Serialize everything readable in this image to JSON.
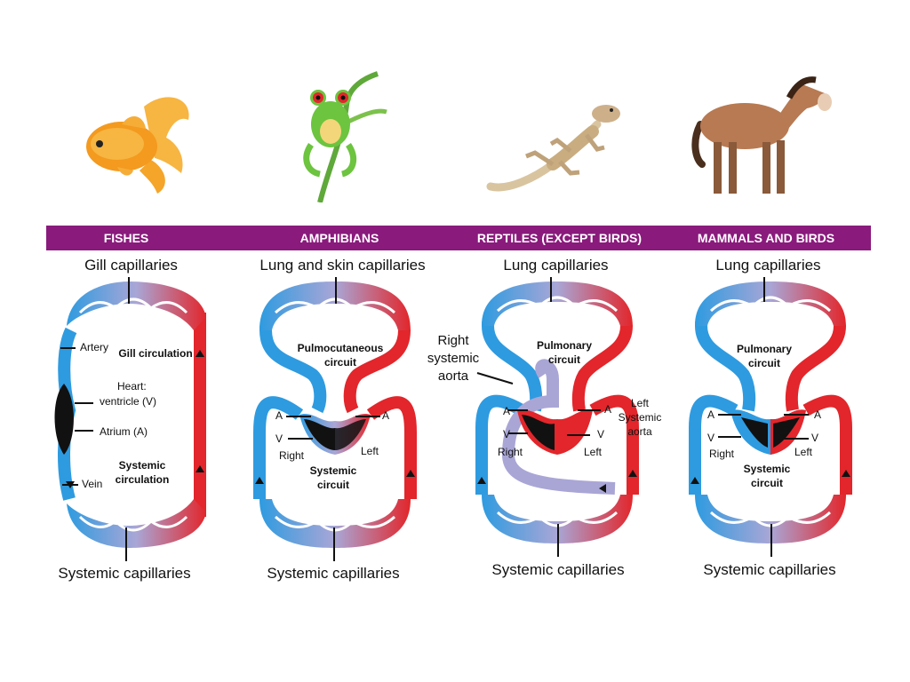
{
  "header": {
    "fishes": "FISHES",
    "amphibians": "AMPHIBIANS",
    "reptiles": "REPTILES (EXCEPT BIRDS)",
    "mammals": "MAMMALS AND BIRDS"
  },
  "fish": {
    "top_capillaries": "Gill capillaries",
    "artery": "Artery",
    "gill_circulation": "Gill circulation",
    "heart": "Heart:",
    "ventricle": "ventricle (V)",
    "atrium": "Atrium (A)",
    "systemic_circulation": "Systemic circulation",
    "vein": "Vein",
    "bottom_capillaries": "Systemic capillaries"
  },
  "amphibian": {
    "top_capillaries": "Lung and skin capillaries",
    "circuit_top": "Pulmocutaneous circuit",
    "a_left": "A",
    "a_right": "A",
    "v_left": "V",
    "right": "Right",
    "left": "Left",
    "circuit_bottom": "Systemic circuit",
    "bottom_capillaries": "Systemic capillaries"
  },
  "reptile": {
    "top_capillaries": "Lung capillaries",
    "right_aorta": "Right systemic aorta",
    "circuit_top": "Pulmonary circuit",
    "left_aorta": "Left Systemic aorta",
    "a_left": "A",
    "a_right": "A",
    "v_left": "V",
    "v_right": "V",
    "right": "Right",
    "left": "Left",
    "bottom_capillaries": "Systemic capillaries"
  },
  "mammal": {
    "top_capillaries": "Lung capillaries",
    "circuit_top": "Pulmonary circuit",
    "a_left": "A",
    "a_right": "A",
    "v_left": "V",
    "v_right": "V",
    "right": "Right",
    "left": "Left",
    "circuit_bottom": "Systemic circuit",
    "bottom_capillaries": "Systemic capillaries"
  },
  "colors": {
    "header_bg": "#8a1a7c",
    "oxygen_poor": "#2e9be0",
    "oxygen_rich": "#e2262b",
    "mixed": "#a9a6d6",
    "heart": "#111111"
  },
  "animals": [
    "goldfish",
    "tree-frog",
    "lizard",
    "horse"
  ]
}
